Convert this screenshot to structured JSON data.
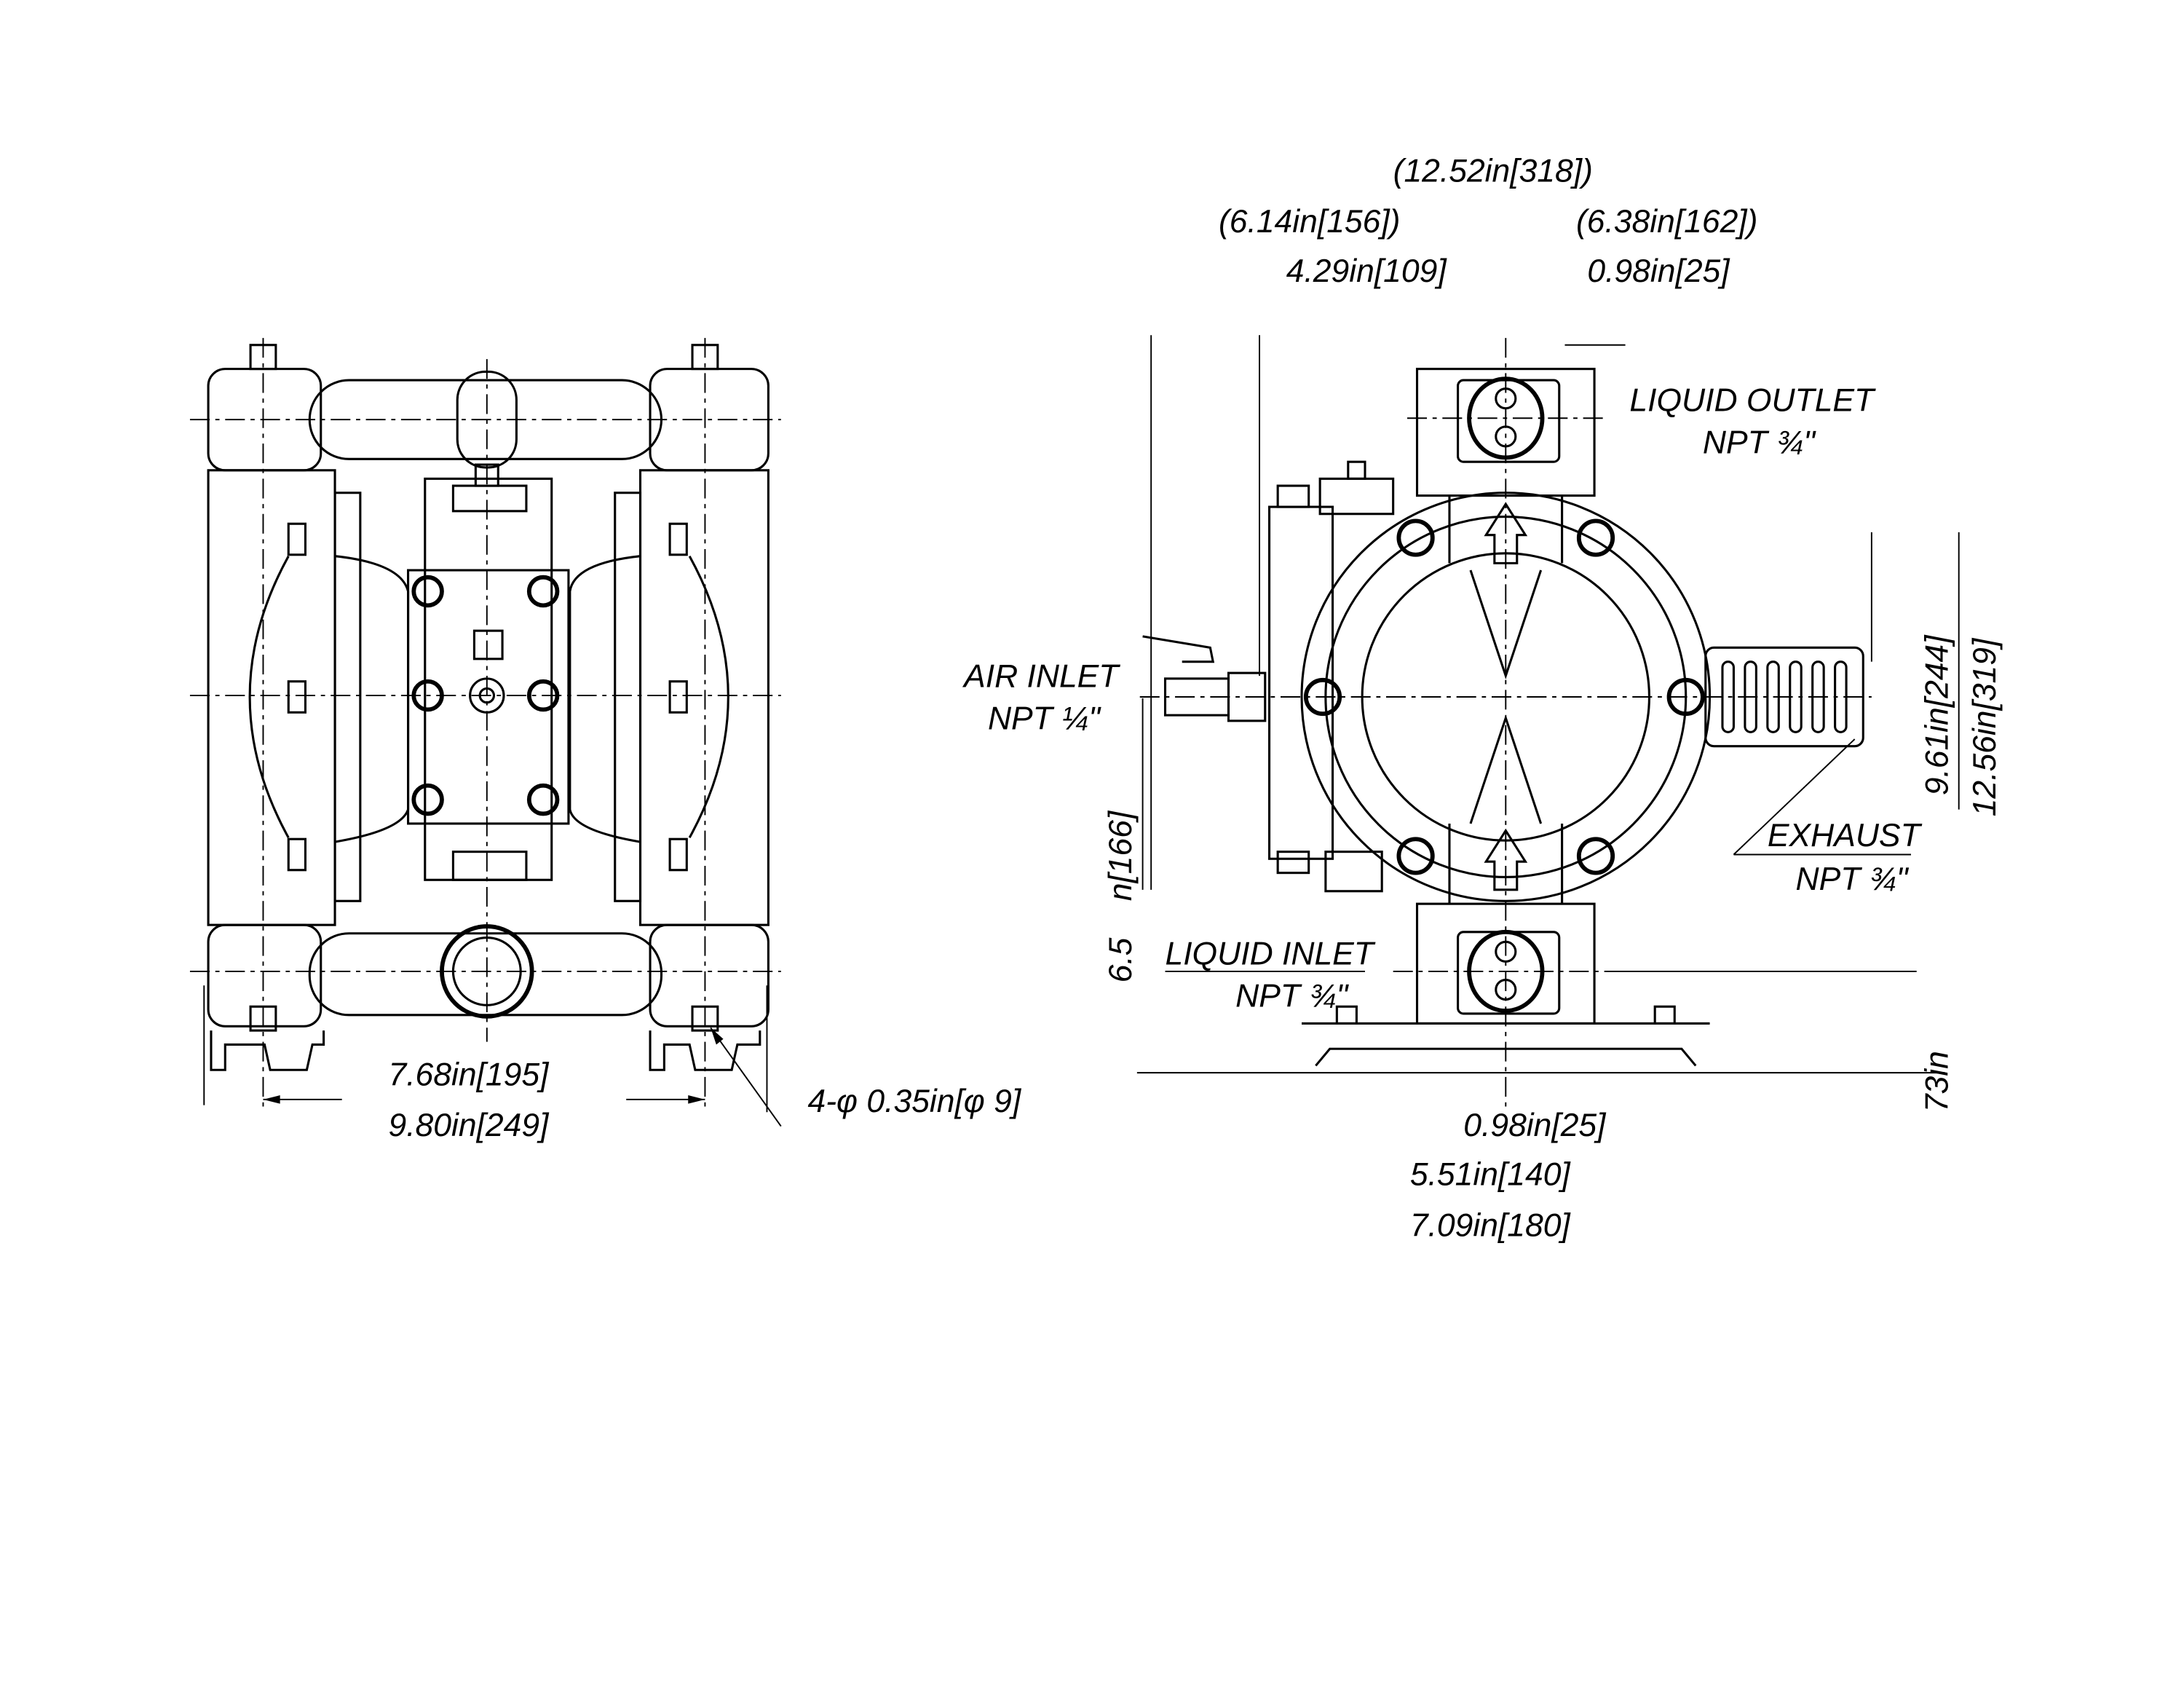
{
  "drawing": {
    "front_view": {
      "dim_bolt_spacing": "7.68in[195]",
      "dim_overall_width": "9.80in[249]",
      "dim_mount_holes": "4-φ 0.35in[φ 9]"
    },
    "side_view": {
      "dim_top_overall": "(12.52in[318])",
      "dim_top_left": "(6.14in[156])",
      "dim_top_right": "(6.38in[162])",
      "dim_air_offset": "4.29in[109]",
      "dim_outlet_offset": "0.98in[25]",
      "label_liquid_outlet": "LIQUID OUTLET",
      "label_liquid_outlet_size": "NPT ¾\"",
      "label_air_inlet": "AIR INLET",
      "label_air_inlet_size": "NPT ¼\"",
      "label_exhaust": "EXHAUST",
      "label_exhaust_size": "NPT ¾\"",
      "label_liquid_inlet": "LIQUID INLET",
      "label_liquid_inlet_size": "NPT ¾\"",
      "dim_vert_exhaust": "9.61in[244]",
      "dim_vert_overall": "12.56in[319]",
      "dim_vert_air_a": "n[166]",
      "dim_vert_air_b": "6.5",
      "dim_vert_base": "73in",
      "dim_bottom_center": "0.98in[25]",
      "dim_bottom_bolt": "5.51in[140]",
      "dim_bottom_overall": "7.09in[180]"
    }
  }
}
